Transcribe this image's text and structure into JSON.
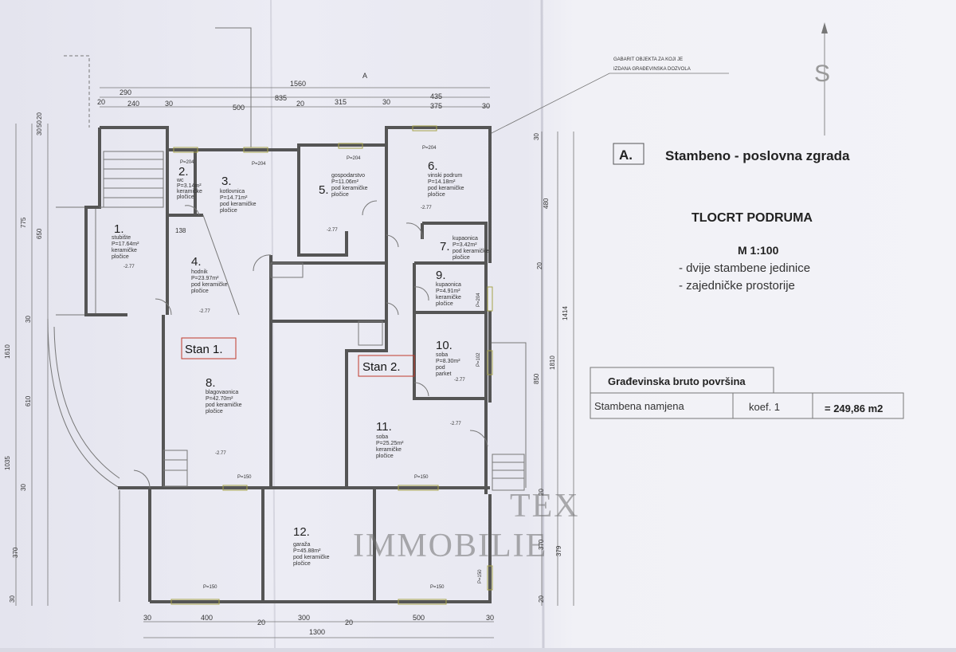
{
  "header": {
    "gabarit_line1": "GABARIT OBJEKTA ZA KOJI JE",
    "gabarit_line2": "IZDANA GRAĐEVINSKA DOZVOLA",
    "section_label": "A",
    "north_letter": "S",
    "label_a": "A.",
    "building_title": "Stambeno - poslovna zgrada",
    "plan_title": "TLOCRT PODRUMA",
    "scale": "M 1:100",
    "line1": "- dvije stambene jedinice",
    "line2": "- zajedničke prostorije"
  },
  "area_table": {
    "header": "Građevinska bruto površina",
    "row_label": "Stambena namjena",
    "row_coef": "koef. 1",
    "row_value": "= 249,86 m2"
  },
  "watermark": {
    "line1": "TEX",
    "line2": "IMMOBILIE"
  },
  "stan_labels": {
    "stan1": "Stan 1.",
    "stan2": "Stan 2."
  },
  "rooms": [
    {
      "num": "1.",
      "name": "stubište",
      "area": "P=17.64m²",
      "floor1": "keramičke",
      "floor2": "pločice"
    },
    {
      "num": "2.",
      "name": "wc",
      "area": "P=3.14m²",
      "floor1": "keramičke",
      "floor2": "pločice"
    },
    {
      "num": "3.",
      "name": "kotlovnica",
      "area": "P=14.71m²",
      "floor1": "pod keramičke",
      "floor2": "pločice"
    },
    {
      "num": "4.",
      "name": "hodnik",
      "area": "P=23.97m²",
      "floor1": "pod keramičke",
      "floor2": "pločice"
    },
    {
      "num": "5.",
      "name": "gospodarstvo",
      "area": "P=11.06m²",
      "floor1": "pod keramičke",
      "floor2": "pločice"
    },
    {
      "num": "6.",
      "name": "vinski podrum",
      "area": "P=14.18m²",
      "floor1": "pod keramičke",
      "floor2": "pločice"
    },
    {
      "num": "7.",
      "name": "kupaonica",
      "area": "P=3.42m²",
      "floor1": "pod keramičke",
      "floor2": "pločice"
    },
    {
      "num": "8.",
      "name": "blagovaonica",
      "area": "P=42.70m²",
      "floor1": "pod keramičke",
      "floor2": "pločice"
    },
    {
      "num": "9.",
      "name": "kupaonica",
      "area": "P=4.91m²",
      "floor1": "keramičke",
      "floor2": "pločice"
    },
    {
      "num": "10.",
      "name": "soba",
      "area": "P=8.30m²",
      "floor1": "pod",
      "floor2": "parket"
    },
    {
      "num": "11.",
      "name": "soba",
      "area": "P=25.25m²",
      "floor1": "keramičke",
      "floor2": "pločice"
    },
    {
      "num": "12.",
      "name": "garaža",
      "area": "P=45.88m²",
      "floor1": "pod keramičke",
      "floor2": "pločice"
    }
  ],
  "dims_top": {
    "total": "1560",
    "row1": [
      "290",
      "835",
      "435"
    ],
    "row2": [
      "20",
      "240",
      "30",
      "500",
      "20",
      "315",
      "30",
      "375",
      "30"
    ]
  },
  "dims_bottom": {
    "row1": [
      "30",
      "400",
      "20",
      "300",
      "20",
      "500",
      "30"
    ],
    "total": "1300"
  },
  "dims_left": [
    "30",
    "50",
    "20",
    "775",
    "650",
    "30",
    "1610",
    "610",
    "1035",
    "30",
    "370",
    "30"
  ],
  "dims_right": [
    "30",
    "480",
    "20",
    "1414",
    "1810",
    "850",
    "20",
    "370",
    "379",
    "20"
  ],
  "windows": [
    "P=204",
    "P=204",
    "P=204",
    "P=204",
    "P=204",
    "P=102",
    "P=150",
    "P=150",
    "P=150",
    "P=150",
    "P=150"
  ],
  "misc": {
    "dim_138": "138",
    "levels": [
      "-2.77",
      "-2.77",
      "-2.77",
      "-2.77",
      "-2.77",
      "-2.77",
      "-2.77"
    ]
  }
}
